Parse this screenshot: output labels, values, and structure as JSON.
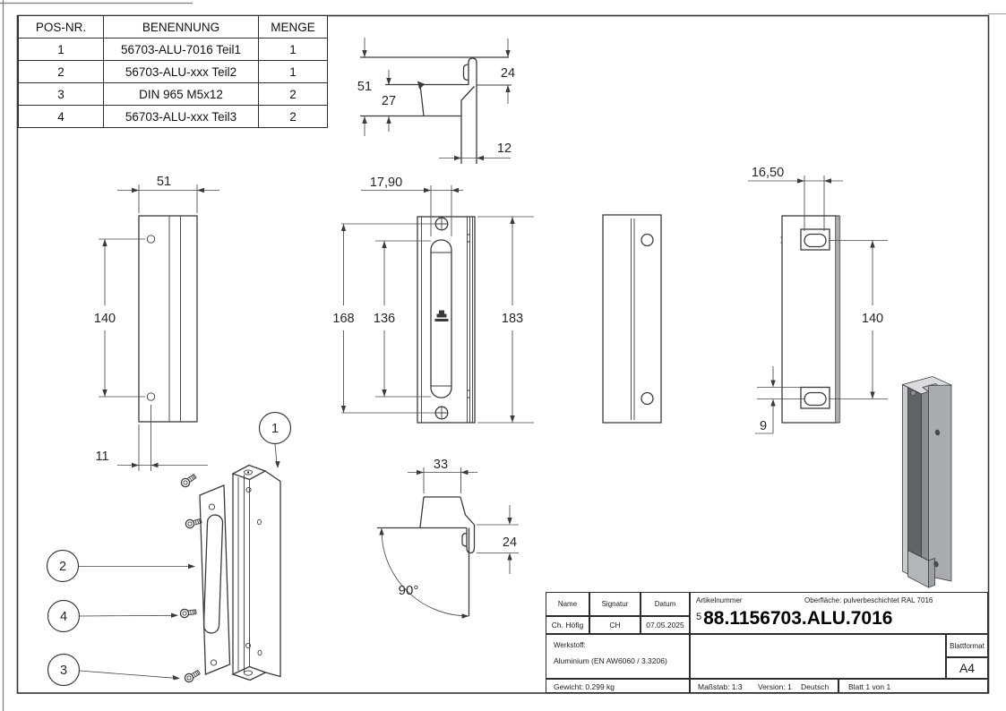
{
  "parts_table": {
    "headers": [
      "POS-NR.",
      "BENENNUNG",
      "MENGE"
    ],
    "rows": [
      [
        "1",
        "56703-ALU-7016 Teil1",
        "1"
      ],
      [
        "2",
        "56703-ALU-xxx Teil2",
        "1"
      ],
      [
        "3",
        "DIN 965 M5x12",
        "2"
      ],
      [
        "4",
        "56703-ALU-xxx Teil3",
        "2"
      ]
    ]
  },
  "dimensions": {
    "top_profile": {
      "height_total": "51",
      "height_body": "27",
      "hook_drop": "24",
      "wall_gap": "12"
    },
    "left_view": {
      "width": "51",
      "hole_spacing": "140",
      "hole_offset": "11"
    },
    "front_view": {
      "slot_width": "17,90",
      "screw_spacing": "168",
      "slot_length": "136",
      "height": "183"
    },
    "right_view": {
      "slot_width": "16,50",
      "slot_spacing": "140",
      "slot_offset": "9"
    },
    "section_view": {
      "width": "33",
      "angle": "90°",
      "hook_drop": "24"
    }
  },
  "balloons": {
    "item1": "1",
    "item2": "2",
    "item4": "4",
    "item3": "3"
  },
  "title_block": {
    "name_label": "Name",
    "signature_label": "Signatur",
    "date_label": "Datum",
    "name_value": "Ch. Höfig",
    "signature_value": "CH",
    "date_value": "07.05.2025",
    "article_label": "Artikelnummer",
    "surface_label": "Oberfläche:  pulverbeschichtet RAL 7016",
    "article_prefix": "5",
    "article_number": "88.1156703.ALU.7016",
    "material_label": "Werkstoff:",
    "material_value": "Aluminium (EN AW6060 / 3.3206)",
    "weight": "Gewicht: 0.299 kg",
    "scale": "Maßstab: 1:3",
    "version": "Version: 1",
    "language": "Deutsch",
    "sheet_info": "Blatt 1 von 1",
    "format_label": "Blattformat",
    "format_value": "A4"
  },
  "colors": {
    "line": "#3a3a3a",
    "render_light": "#d9dbdd",
    "render_mid": "#a9acae",
    "render_dark": "#606467"
  }
}
